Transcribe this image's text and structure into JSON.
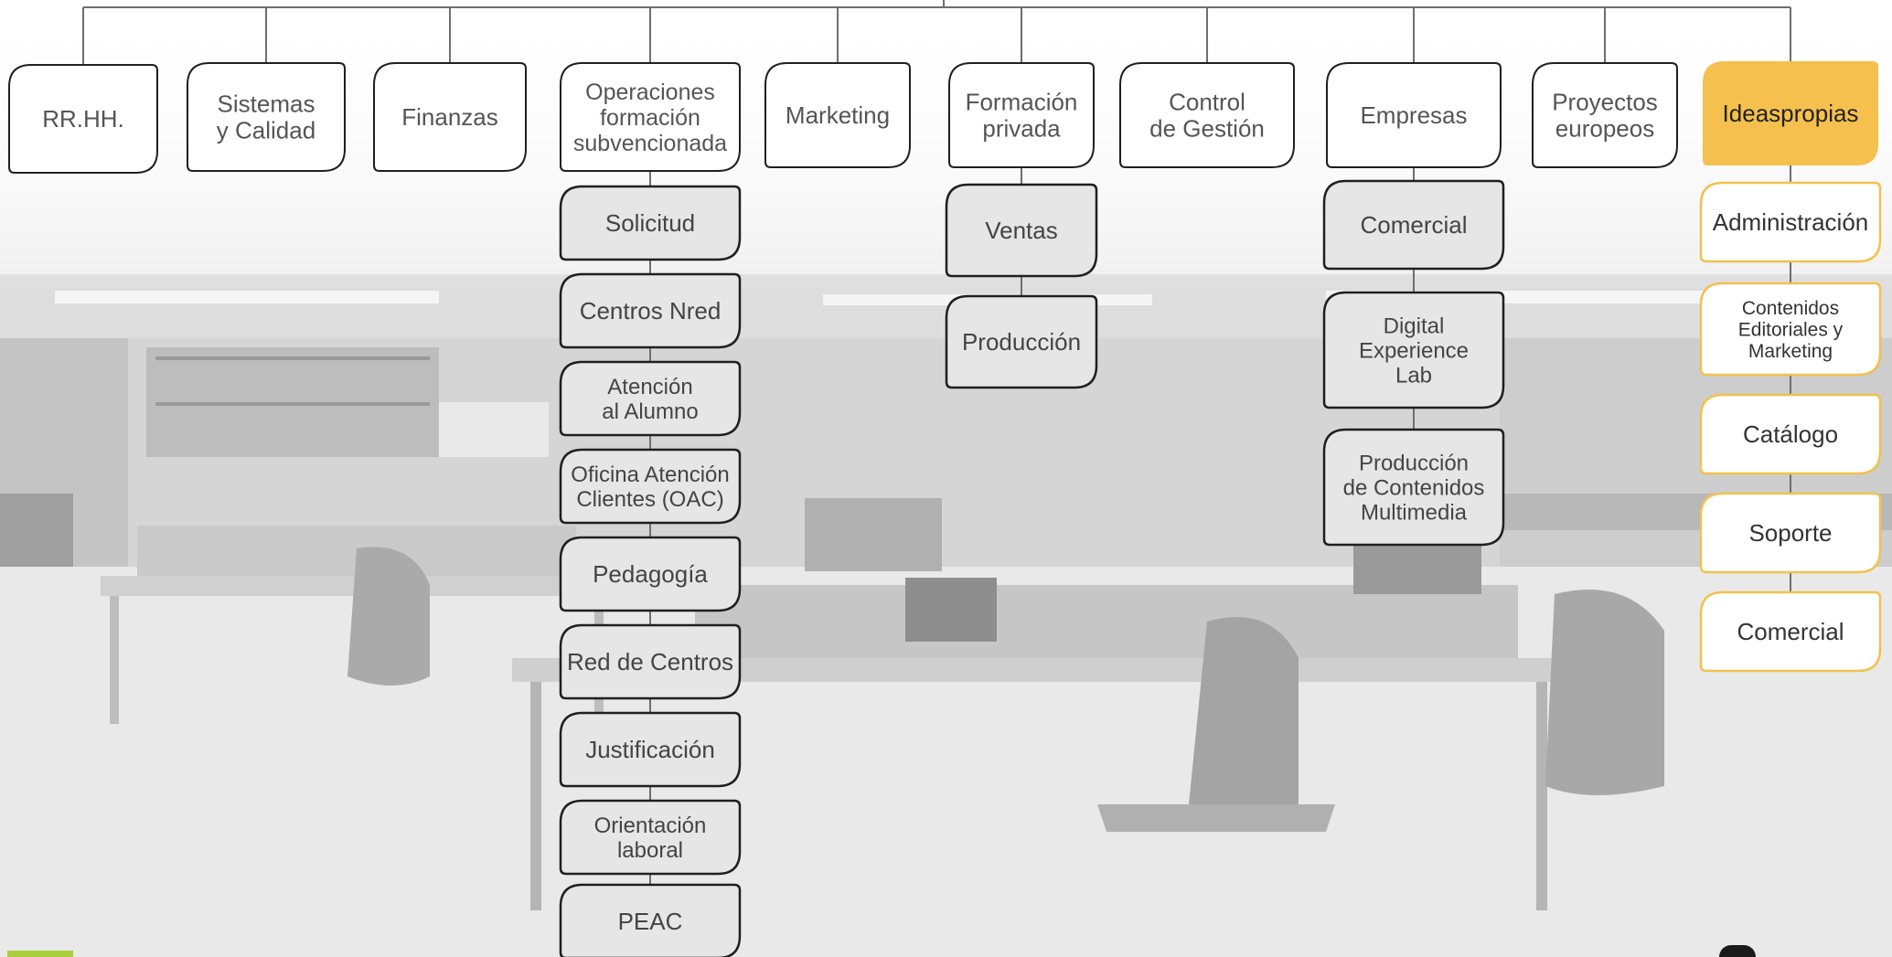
{
  "departments": [
    {
      "id": "rrhh",
      "label": [
        "RR.HH."
      ],
      "children": []
    },
    {
      "id": "sistemas-calidad",
      "label": [
        "Sistemas",
        "y Calidad"
      ],
      "children": []
    },
    {
      "id": "finanzas",
      "label": [
        "Finanzas"
      ],
      "children": []
    },
    {
      "id": "operaciones",
      "label": [
        "Operaciones",
        "formación",
        "subvencionada"
      ],
      "children": [
        {
          "id": "solicitud",
          "label": [
            "Solicitud"
          ]
        },
        {
          "id": "centros-nred",
          "label": [
            "Centros Nred"
          ]
        },
        {
          "id": "atencion-alumno",
          "label": [
            "Atención",
            "al Alumno"
          ]
        },
        {
          "id": "oac",
          "label": [
            "Oficina Atención",
            "Clientes (OAC)"
          ]
        },
        {
          "id": "pedagogia",
          "label": [
            "Pedagogía"
          ]
        },
        {
          "id": "red-centros",
          "label": [
            "Red de Centros"
          ]
        },
        {
          "id": "justificacion",
          "label": [
            "Justificación"
          ]
        },
        {
          "id": "orientacion-laboral",
          "label": [
            "Orientación",
            "laboral"
          ]
        },
        {
          "id": "peac",
          "label": [
            "PEAC"
          ]
        }
      ]
    },
    {
      "id": "marketing",
      "label": [
        "Marketing"
      ],
      "children": []
    },
    {
      "id": "formacion-privada",
      "label": [
        "Formación",
        "privada"
      ],
      "children": [
        {
          "id": "ventas",
          "label": [
            "Ventas"
          ]
        },
        {
          "id": "produccion",
          "label": [
            "Producción"
          ]
        }
      ]
    },
    {
      "id": "control-gestion",
      "label": [
        "Control",
        "de Gestión"
      ],
      "children": []
    },
    {
      "id": "empresas",
      "label": [
        "Empresas"
      ],
      "children": [
        {
          "id": "comercial-empresas",
          "label": [
            "Comercial"
          ]
        },
        {
          "id": "digital-experience-lab",
          "label": [
            "Digital",
            "Experience",
            "Lab"
          ]
        },
        {
          "id": "produccion-contenidos",
          "label": [
            "Producción",
            "de Contenidos",
            "Multimedia"
          ]
        }
      ]
    },
    {
      "id": "proyectos-europeos",
      "label": [
        "Proyectos",
        "europeos"
      ],
      "children": []
    },
    {
      "id": "ideaspropias",
      "label": [
        "Ideaspropias"
      ],
      "highlight": true,
      "children": [
        {
          "id": "administracion",
          "label": [
            "Administración"
          ]
        },
        {
          "id": "contenidos-editoriales",
          "label": [
            "Contenidos",
            "Editoriales y",
            "Marketing"
          ]
        },
        {
          "id": "catalogo",
          "label": [
            "Catálogo"
          ]
        },
        {
          "id": "soporte",
          "label": [
            "Soporte"
          ]
        },
        {
          "id": "comercial-ideaspropias",
          "label": [
            "Comercial"
          ]
        }
      ]
    }
  ],
  "colors": {
    "line": "#6e6e6e",
    "box_border": "#1f1f1f",
    "box_fill": "#ffffff",
    "sub_fill": "#e6e6e6",
    "text": "#555555",
    "highlight_fill": "#f5c04d",
    "highlight_text": "#222222",
    "highlight_sub_border": "#f2c14e",
    "accent_green": "#a8cf3a"
  }
}
